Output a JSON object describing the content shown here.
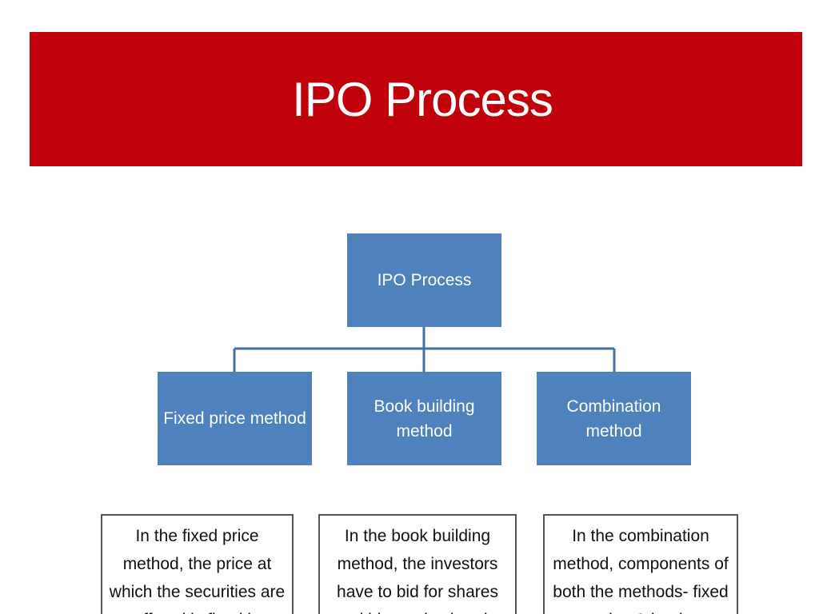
{
  "title": "IPO Process",
  "colors": {
    "banner": "#c0000b",
    "node_fill": "#4f81bd",
    "connector": "#4472a0"
  },
  "diagram": {
    "root": "IPO Process",
    "children": [
      "Fixed price method",
      "Book building method",
      "Combination method"
    ]
  },
  "notes": [
    "In the fixed price method, the price at which the securities are offered is fixed in",
    "In the book building method, the investors have to bid for shares within a price band",
    "In the combination method, components of both the methods- fixed price & book"
  ]
}
